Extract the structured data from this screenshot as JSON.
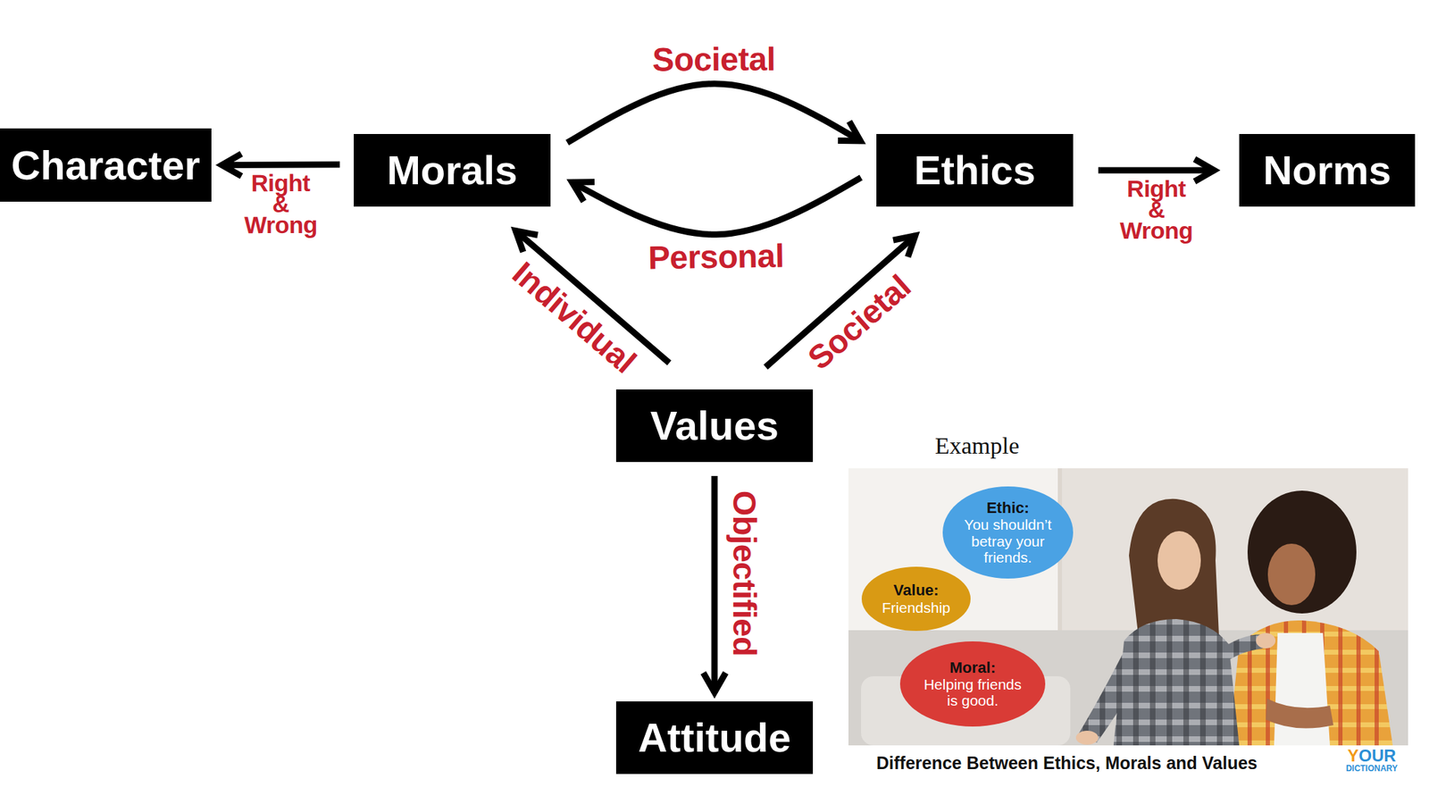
{
  "diagram": {
    "nodes": [
      {
        "text": [
          "Character"
        ]
      },
      {
        "text": [
          "Morals"
        ]
      },
      {
        "text": [
          "Ethics"
        ]
      },
      {
        "text": [
          "Norms"
        ]
      },
      {
        "text": [
          "Values"
        ]
      },
      {
        "text": [
          "Attitude"
        ]
      },
      {
        "text": [
          "Example",
          "Difference Between Ethics, Morals and Values",
          "YOUR DICTIONARY"
        ]
      },
      {
        "text": [
          "Ethic:",
          "You shouldn’t betray your friends."
        ],
        "in": 6
      },
      {
        "text": [
          "Value:",
          "Friendship"
        ],
        "in": 6
      },
      {
        "text": [
          "Moral:",
          "Helping friends is good."
        ],
        "in": 6
      }
    ],
    "edges": [
      {
        "from": 1,
        "to": 0,
        "arrow": "to",
        "label": "Right & Wrong"
      },
      {
        "from": 1,
        "to": 2,
        "arrow": "to",
        "label": "Societal"
      },
      {
        "from": 2,
        "to": 1,
        "arrow": "to",
        "label": "Personal"
      },
      {
        "from": 2,
        "to": 3,
        "arrow": "to",
        "label": "Right & Wrong"
      },
      {
        "from": 4,
        "to": 1,
        "arrow": "to",
        "label": "Individual"
      },
      {
        "from": 4,
        "to": 2,
        "arrow": "to",
        "label": "Societal"
      },
      {
        "from": 4,
        "to": 5,
        "arrow": "to",
        "label": "Objectified"
      }
    ]
  }
}
